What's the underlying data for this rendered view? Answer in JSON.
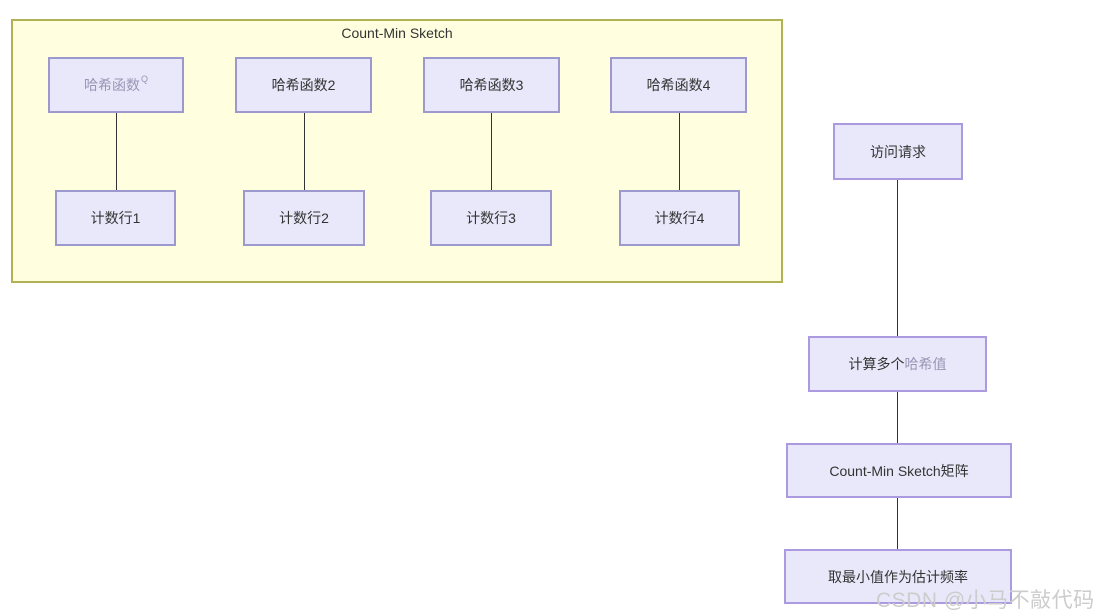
{
  "group": {
    "title": "Count-Min Sketch",
    "hash_boxes": [
      {
        "label": "哈希函数",
        "sup": "Q"
      },
      {
        "label": "哈希函数2"
      },
      {
        "label": "哈希函数3"
      },
      {
        "label": "哈希函数4"
      }
    ],
    "counter_boxes": [
      {
        "label": "计数行1"
      },
      {
        "label": "计数行2"
      },
      {
        "label": "计数行3"
      },
      {
        "label": "计数行4"
      }
    ]
  },
  "flow": [
    {
      "label": "访问请求"
    },
    {
      "label_dark": "计算多个",
      "label_muted": "哈希值"
    },
    {
      "label": "Count-Min Sketch矩阵"
    },
    {
      "label": "取最小值作为估计频率"
    }
  ],
  "watermark": "CSDN @小马不敲代码",
  "colors": {
    "group_fill": "#ffffdf",
    "group_border": "#b2b254",
    "node_fill": "#e9e8fa",
    "node_border": "#9c99cf",
    "flow_node_border": "#ab9ae0",
    "text": "#333333",
    "muted_text": "#9896b5",
    "line": "#333333",
    "watermark": "#cccccc"
  }
}
